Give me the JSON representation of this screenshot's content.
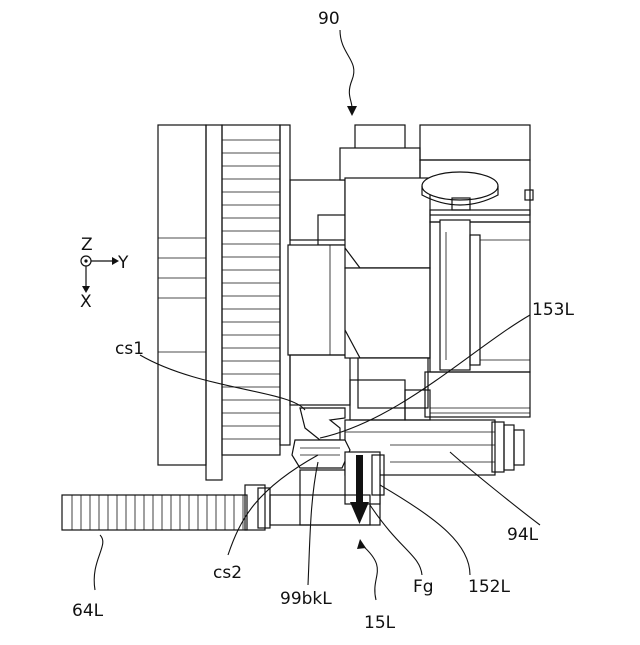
{
  "labels": {
    "assembly": "90",
    "axis_z": "Z",
    "axis_y": "Y",
    "axis_x": "X",
    "cs1": "cs1",
    "cs2": "cs2",
    "part_153L": "153L",
    "part_94L": "94L",
    "part_152L": "152L",
    "part_Fg": "Fg",
    "part_15L": "15L",
    "part_99bkL": "99bkL",
    "part_64L": "64L"
  }
}
